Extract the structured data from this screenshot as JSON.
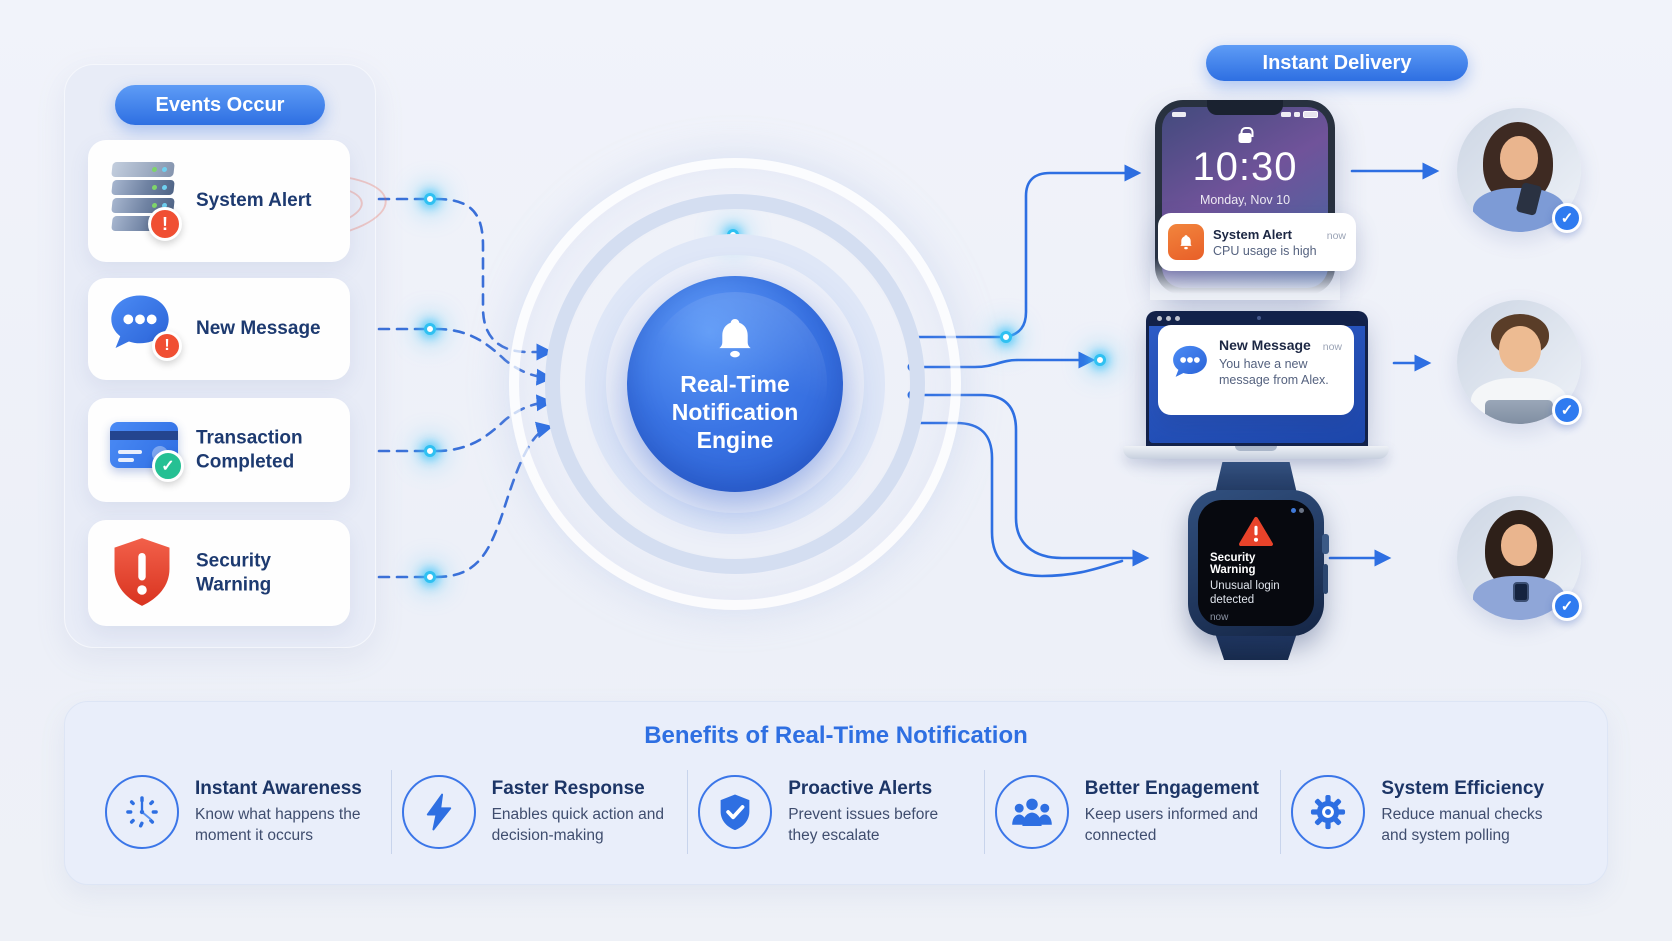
{
  "colors": {
    "accent_blue": "#2e6fe2",
    "alert_red": "#ee4b30",
    "alert_orange": "#ef7433",
    "success_green": "#25c093",
    "glow_cyan": "#38c8f6",
    "navy_text": "#1d3a70"
  },
  "icons": {
    "check": "✓",
    "alert": "!"
  },
  "events_panel": {
    "header": "Events Occur",
    "items": [
      {
        "icon": "server-stack-icon",
        "label": "System Alert"
      },
      {
        "icon": "chat-bubble-icon",
        "label": "New Message"
      },
      {
        "icon": "credit-card-icon",
        "label": "Transaction Completed"
      },
      {
        "icon": "shield-alert-icon",
        "label": "Security Warning"
      }
    ]
  },
  "engine": {
    "icon": "bell-icon",
    "title_lines": [
      "Real-Time",
      "Notification",
      "Engine"
    ]
  },
  "delivery": {
    "header": "Instant Delivery",
    "phone": {
      "lock_icon": "lock-icon",
      "time": "10:30",
      "date": "Monday, Nov 10",
      "notification": {
        "icon": "bell-icon",
        "title": "System Alert",
        "meta": "now",
        "body": "CPU usage is high"
      }
    },
    "laptop": {
      "notification": {
        "icon": "chat-bubble-icon",
        "title": "New Message",
        "meta": "now",
        "body": "You have a new message from Alex."
      }
    },
    "watch": {
      "notification": {
        "icon": "warning-triangle-icon",
        "title": "Security Warning",
        "body": "Unusual login detected",
        "meta": "now"
      }
    }
  },
  "benefits": {
    "title": "Benefits of Real-Time Notification",
    "items": [
      {
        "icon": "clock-icon",
        "title": "Instant Awareness",
        "description": "Know what happens the moment it occurs"
      },
      {
        "icon": "lightning-icon",
        "title": "Faster Response",
        "description": "Enables quick action and decision-making"
      },
      {
        "icon": "shield-check-icon",
        "title": "Proactive Alerts",
        "description": "Prevent issues before they escalate"
      },
      {
        "icon": "people-icon",
        "title": "Better Engagement",
        "description": "Keep users informed and connected"
      },
      {
        "icon": "gear-icon",
        "title": "System Efficiency",
        "description": "Reduce manual checks and system polling"
      }
    ]
  }
}
